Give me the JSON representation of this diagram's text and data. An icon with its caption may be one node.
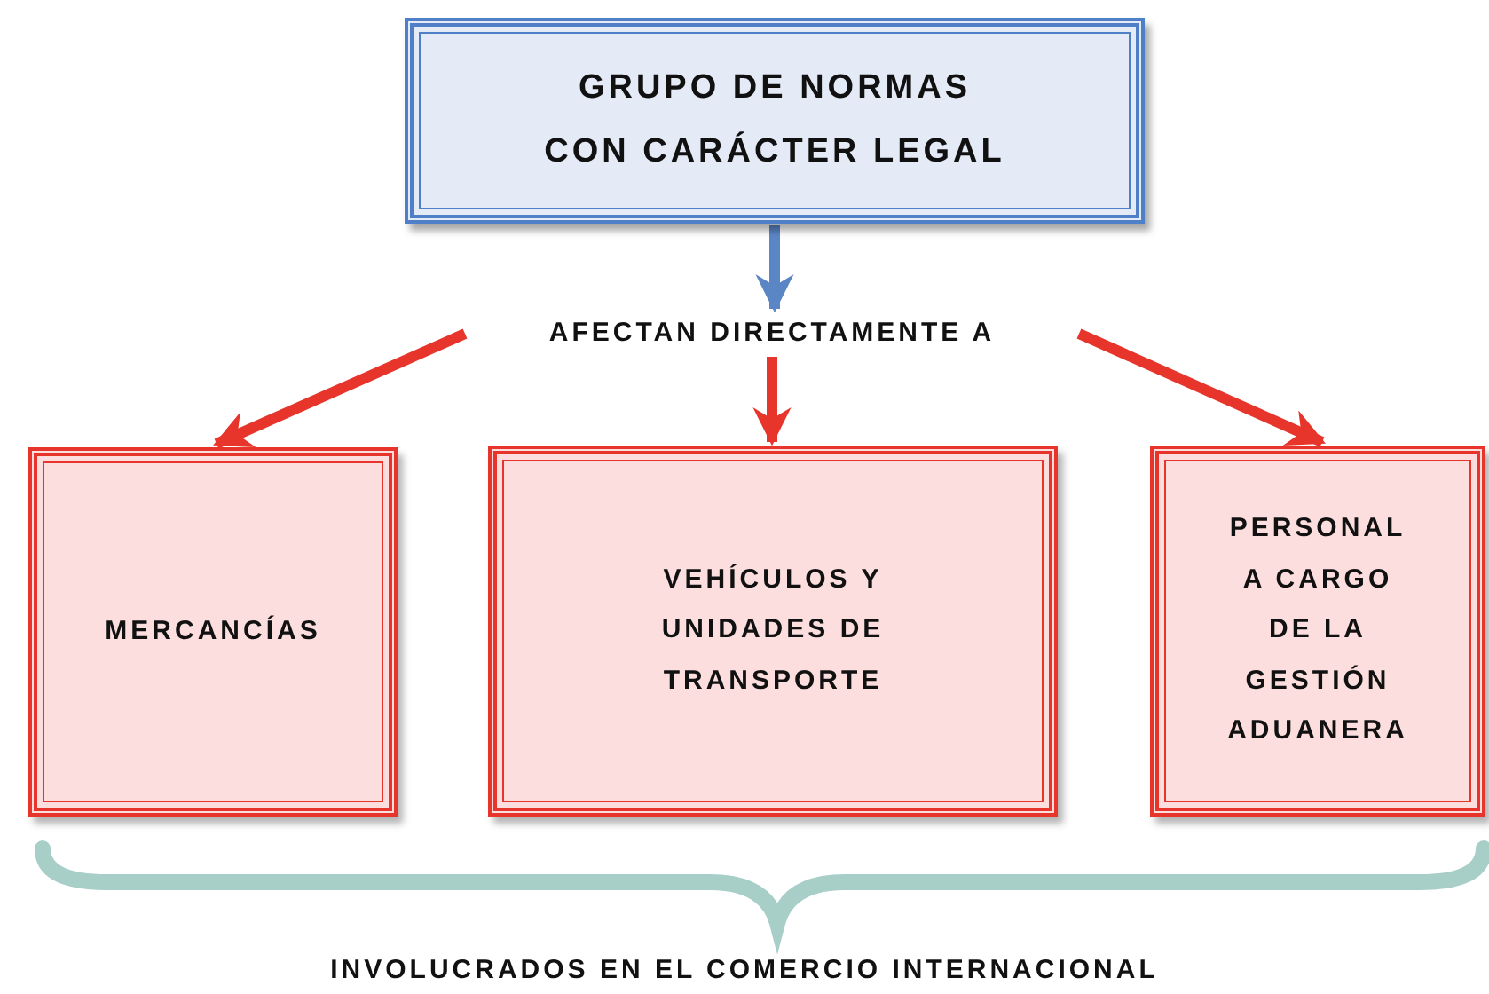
{
  "diagram": {
    "nodes": [
      {
        "text": [
          "GRUPO DE NORMAS CON CARÁCTER LEGAL"
        ]
      },
      {
        "text": [
          "AFECTAN DIRECTAMENTE A"
        ]
      },
      {
        "text": [
          "MERCANCÍAS"
        ]
      },
      {
        "text": [
          "VEHÍCULOS Y UNIDADES DE TRANSPORTE"
        ]
      },
      {
        "text": [
          "PERSONAL A CARGO DE LA GESTIÓN ADUANERA"
        ]
      }
    ],
    "edges": [
      {
        "from": 0,
        "to": 1,
        "arrow": "to",
        "color": "#5b86c6"
      },
      {
        "from": 1,
        "to": 2,
        "arrow": "to"
      },
      {
        "from": 1,
        "to": 3,
        "arrow": "to"
      },
      {
        "from": 1,
        "to": 4,
        "arrow": "to"
      }
    ],
    "labels": [
      "INVOLUCRADOS EN EL COMERCIO INTERNACIONAL"
    ]
  }
}
